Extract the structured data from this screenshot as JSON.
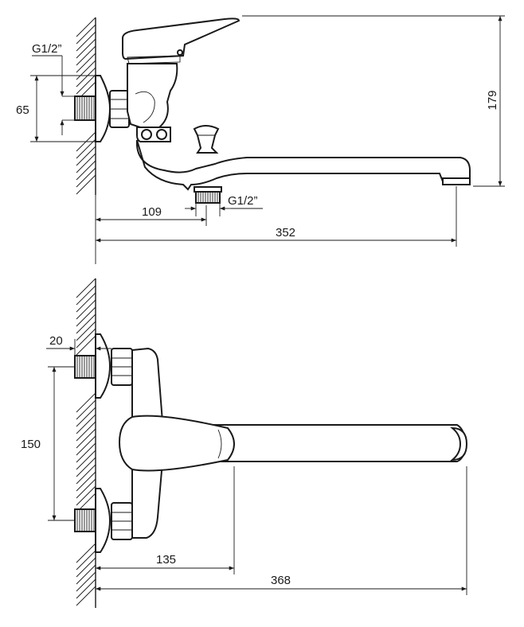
{
  "top_view": {
    "thread_label_left": "G1/2”",
    "dim_inlet_height": "65",
    "dim_total_height": "179",
    "dim_outlet_offset": "109",
    "thread_label_bottom": "G1/2”",
    "dim_spout_length": "352"
  },
  "bottom_view": {
    "dim_wall_depth": "20",
    "dim_inlet_spacing": "150",
    "dim_handle_length": "135",
    "dim_total_length": "368"
  },
  "colors": {
    "stroke": "#1a1a1a",
    "background": "#ffffff"
  }
}
